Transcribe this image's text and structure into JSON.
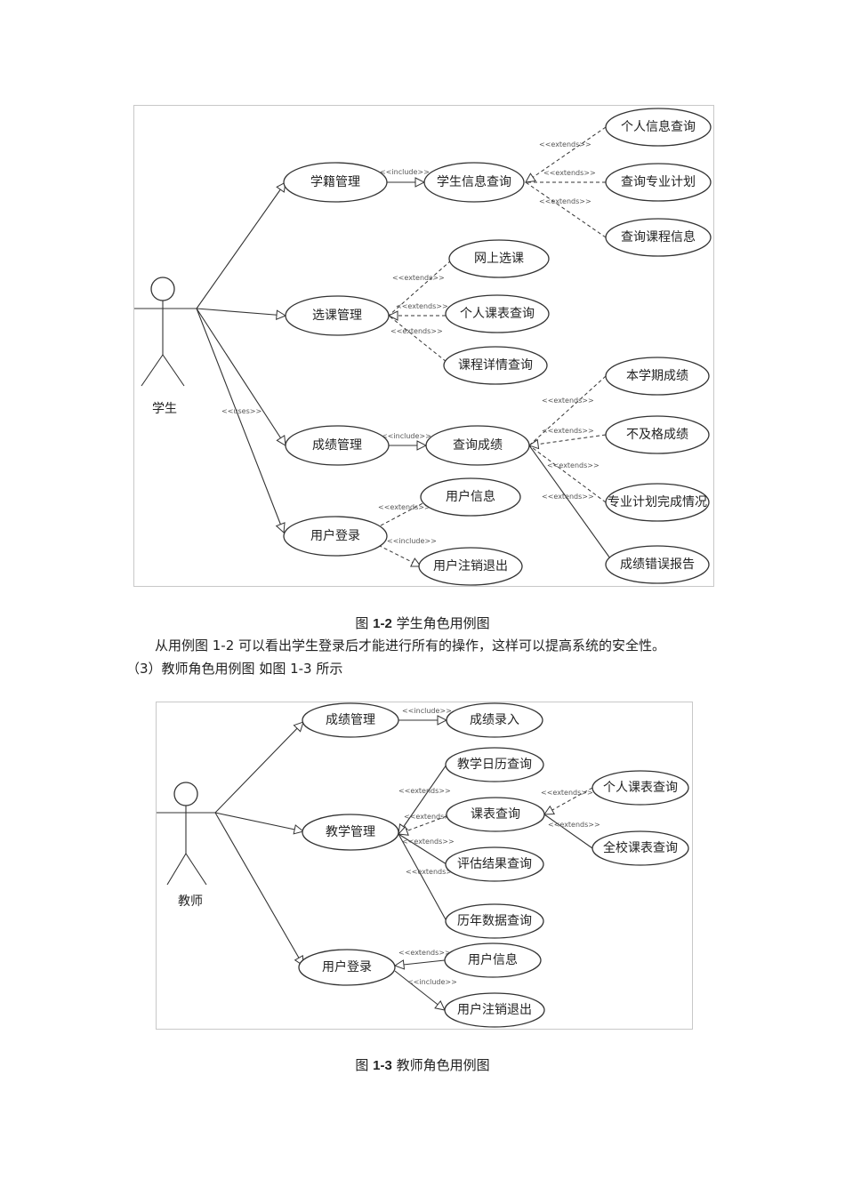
{
  "figure1": {
    "actor": "学生",
    "use_cases": {
      "xueji": "学籍管理",
      "xsxxcx": "学生信息查询",
      "grxxcx": "个人信息查询",
      "cxzyjh": "查询专业计划",
      "cxkcxx": "查询课程信息",
      "xkgl": "选课管理",
      "wsxk": "网上选课",
      "grkbcx": "个人课表查询",
      "kcxqcx": "课程详情查询",
      "cjgl": "成绩管理",
      "cxcj": "查询成绩",
      "bxqcj": "本学期成绩",
      "bjgcj": "不及格成绩",
      "zyjhwcqk": "专业计划完成情况",
      "cjcwbg": "成绩错误报告",
      "yhdl": "用户登录",
      "yhxx": "用户信息",
      "yhzxtc": "用户注销退出"
    },
    "stereotypes": {
      "include": "<<include>>",
      "extends": "<<extends>>",
      "uses": "<<uses>>"
    },
    "caption_prefix": "图 ",
    "caption_num": "1-2",
    "caption_text": " 学生角色用例图"
  },
  "paragraph": {
    "line1": "从用例图 1-2 可以看出学生登录后才能进行所有的操作，这样可以提高系统的安全性。",
    "line2": "（3）教师角色用例图  如图 1-3 所示"
  },
  "figure2": {
    "actor": "教师",
    "use_cases": {
      "cjgl": "成绩管理",
      "cjlr": "成绩录入",
      "jxrlcx": "教学日历查询",
      "jxgl": "教学管理",
      "kbcx": "课表查询",
      "grkbcx": "个人课表查询",
      "qxkbcx": "全校课表查询",
      "pgjgcx": "评估结果查询",
      "lnsjcx": "历年数据查询",
      "yhdl": "用户登录",
      "yhxx": "用户信息",
      "yhzxtc": "用户注销退出"
    },
    "stereotypes": {
      "include": "<<include>>",
      "extends": "<<extends>>"
    },
    "caption_prefix": "图 ",
    "caption_num": "1-3",
    "caption_text": " 教师角色用例图"
  }
}
